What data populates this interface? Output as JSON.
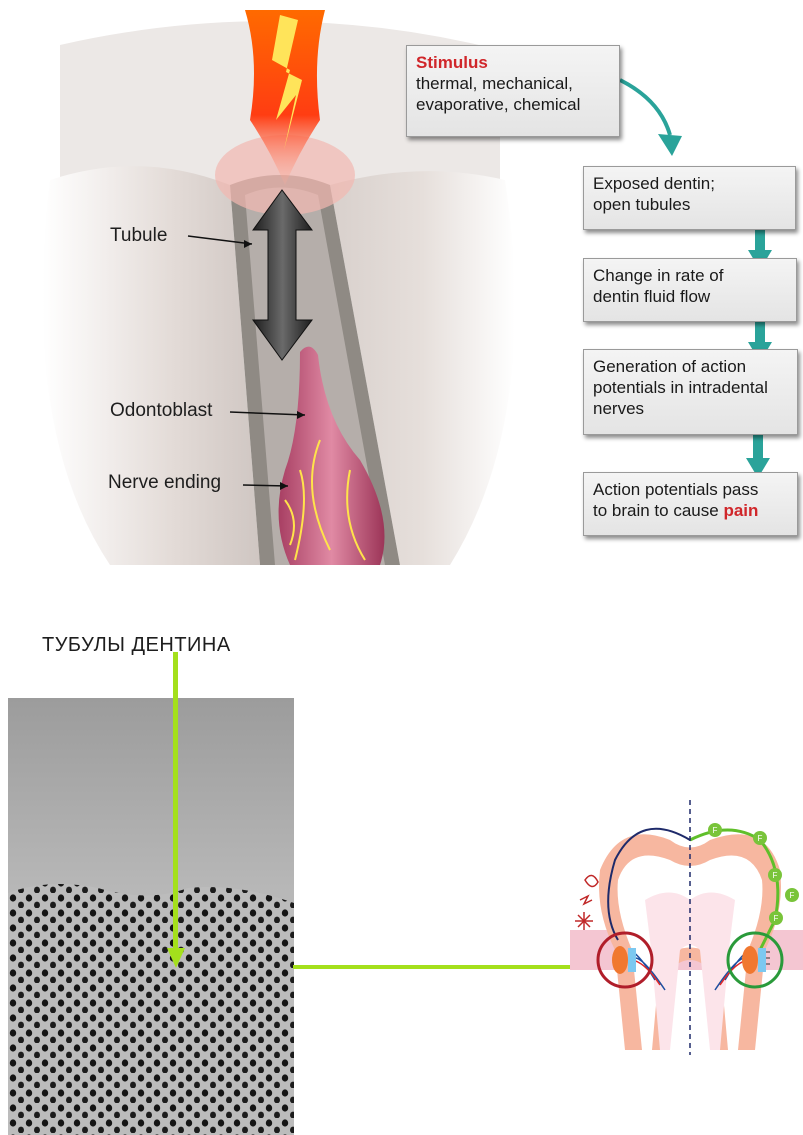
{
  "illustration": {
    "labels": {
      "tubule": "Tubule",
      "odontoblast": "Odontoblast",
      "nerve_ending": "Nerve ending"
    }
  },
  "flowchart": {
    "stimulus_title": "Stimulus",
    "stimulus_line1": "thermal, mechanical,",
    "stimulus_line2": "evaporative, chemical",
    "step1_line1": "Exposed dentin;",
    "step1_line2": "open tubules",
    "step2_line1": "Change in rate of",
    "step2_line2": "dentin fluid flow",
    "step3_line1": "Generation of action",
    "step3_line2": "potentials in intradental",
    "step3_line3": "nerves",
    "step4_line1": "Action potentials pass",
    "step4_line2_prefix": "to brain to cause",
    "step4_pain": "pain"
  },
  "caption": "ТУБУЛЫ ДЕНТИНА",
  "tooth_diagram": {
    "fluoride_marker": "F"
  },
  "colors": {
    "accent_red": "#d0262a",
    "arrow_teal": "#2aa39a",
    "pointer_green": "#a4e01c"
  }
}
